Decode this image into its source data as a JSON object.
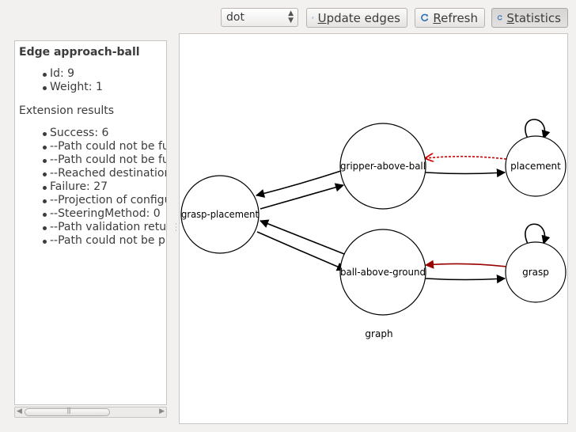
{
  "toolbar": {
    "layout_value": "dot",
    "update_edges_prefix": "U",
    "update_edges_rest": "pdate edges",
    "refresh_prefix": "R",
    "refresh_rest": "efresh",
    "statistics_prefix": "S",
    "statistics_rest": "tatistics"
  },
  "details": {
    "title": "Edge approach-ball",
    "props": [
      "Id: 9",
      "Weight: 1"
    ],
    "extension_title": "Extension results",
    "extension_items": [
      "Success: 6",
      "--Path could not be fully projected",
      "--Path could not be fully projected",
      "--Reached destination node",
      "Failure: 27",
      "--Projection of configuration failed",
      "--SteeringMethod: 0",
      "--Path validation returned",
      "--Path could not be projected"
    ]
  },
  "graph": {
    "caption": "graph",
    "nodes": [
      "gripper-above-ball",
      "placement",
      "grasp-placement",
      "ball-above-ground",
      "grasp"
    ],
    "colors": {
      "highlight_edge": "#cc0000",
      "dark_red_edge": "#990000",
      "normal_edge": "#000000"
    }
  },
  "icons": {
    "refresh": "refresh-icon"
  }
}
